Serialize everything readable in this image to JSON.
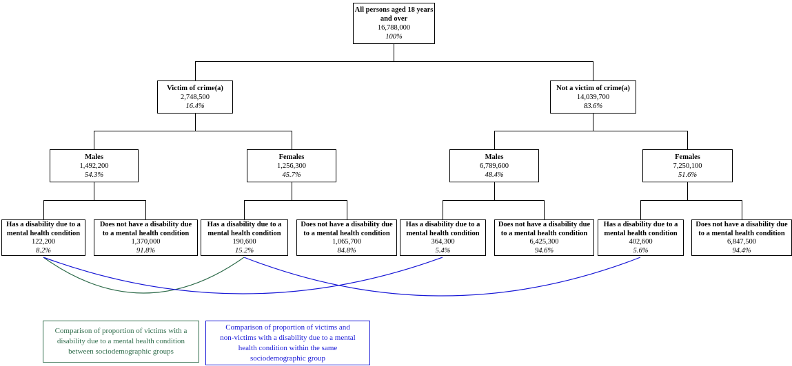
{
  "colors": {
    "green": "#2e6b4a",
    "blue": "#1717d6",
    "line": "#000000"
  },
  "tree": {
    "root": {
      "title": "All persons aged 18 years\nand over",
      "value": "16,788,000",
      "pct": "100%"
    },
    "victim": {
      "title": "Victim of crime(a)",
      "value": "2,748,500",
      "pct": "16.4%"
    },
    "not_victim": {
      "title": "Not a victim of crime(a)",
      "value": "14,039,700",
      "pct": "83.6%"
    },
    "victim_males": {
      "title": "Males",
      "value": "1,492,200",
      "pct": "54.3%"
    },
    "victim_females": {
      "title": "Females",
      "value": "1,256,300",
      "pct": "45.7%"
    },
    "nonvictim_males": {
      "title": "Males",
      "value": "6,789,600",
      "pct": "48.4%"
    },
    "nonvictim_females": {
      "title": "Females",
      "value": "7,250,100",
      "pct": "51.6%"
    },
    "victim_males_disability": {
      "title": "Has a disability due to a\nmental health condition",
      "value": "122,200",
      "pct": "8.2%"
    },
    "victim_males_no_disability": {
      "title": "Does not have a disability due\nto a mental health condition",
      "value": "1,370,000",
      "pct": "91.8%"
    },
    "victim_females_disability": {
      "title": "Has a disability due to a\nmental health condition",
      "value": "190,600",
      "pct": "15.2%"
    },
    "victim_females_no_disability": {
      "title": "Does not have a disability due\nto a mental health condition",
      "value": "1,065,700",
      "pct": "84.8%"
    },
    "nonvictim_males_disability": {
      "title": "Has a disability due to a\nmental health condition",
      "value": "364,300",
      "pct": "5.4%"
    },
    "nonvictim_males_no_disability": {
      "title": "Does not have a disability due\nto a mental health condition",
      "value": "6,425,300",
      "pct": "94.6%"
    },
    "nonvictim_females_disability": {
      "title": "Has a disability due to a\nmental health condition",
      "value": "402,600",
      "pct": "5.6%"
    },
    "nonvictim_females_no_disability": {
      "title": "Does not have a disability due\nto a mental health condition",
      "value": "6,847,500",
      "pct": "94.4%"
    }
  },
  "legends": {
    "green": "Comparison of proportion of victims with a\ndisability due to a mental health condition\nbetween sociodemographic groups",
    "blue": "Comparison of proportion of victims and\nnon-victims with a disability due to a mental\nhealth condition within the same\nsociodemographic group"
  }
}
